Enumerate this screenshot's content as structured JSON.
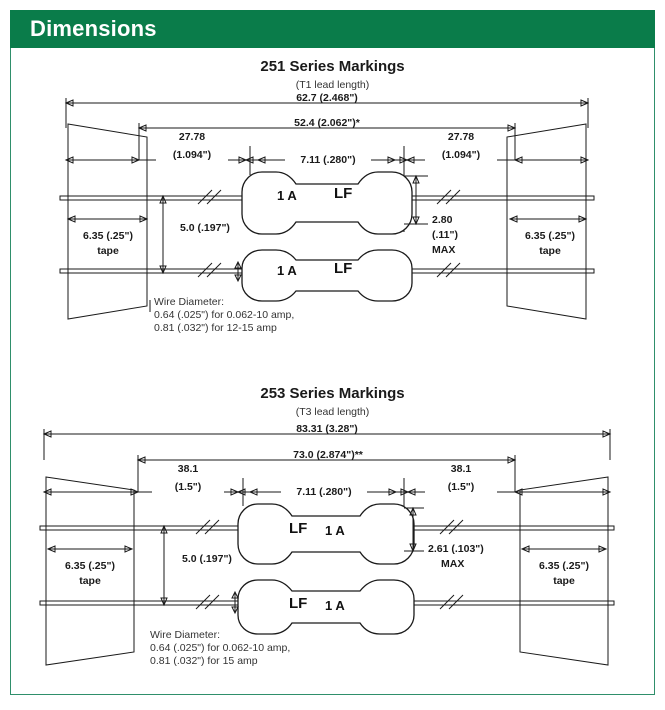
{
  "header": {
    "title": "Dimensions",
    "bar_color": "#0a7c4a",
    "frame_color": "#2f8f6b"
  },
  "sections": [
    {
      "id": "series-251",
      "title": "251 Series Markings",
      "subtitle": "(T1 lead length)",
      "overall": "62.7 (2.468\")",
      "inner": "52.4 (2.062\")*",
      "lead_left": "27.78",
      "lead_left_in": "(1.094\")",
      "body_len": "7.11 (.280\")",
      "lead_right": "27.78",
      "lead_right_in": "(1.094\")",
      "tape_left_1": "6.35 (.25\")",
      "tape_left_2": "tape",
      "tape_right_1": "6.35 (.25\")",
      "tape_right_2": "tape",
      "pitch": "5.0 (.197\")",
      "dia_1": "2.80",
      "dia_2": "(.11\")",
      "dia_3": "MAX",
      "wire_note_1": "Wire Diameter:",
      "wire_note_2": "0.64 (.025\") for 0.062-10 amp,",
      "wire_note_3": "0.81 (.032\") for 12-15 amp",
      "marking_amp": "1 A",
      "marking_logo": "LF",
      "marking_order": "amp-first"
    },
    {
      "id": "series-253",
      "title": "253 Series Markings",
      "subtitle": "(T3 lead length)",
      "overall": "83.31 (3.28\")",
      "inner": "73.0 (2.874\")**",
      "lead_left": "38.1",
      "lead_left_in": "(1.5\")",
      "body_len": "7.11 (.280\")",
      "lead_right": "38.1",
      "lead_right_in": "(1.5\")",
      "tape_left_1": "6.35 (.25\")",
      "tape_left_2": "tape",
      "tape_right_1": "6.35 (.25\")",
      "tape_right_2": "tape",
      "pitch": "5.0 (.197\")",
      "dia_1": "2.61 (.103\")",
      "dia_2": "MAX",
      "dia_3": "",
      "wire_note_1": "Wire Diameter:",
      "wire_note_2": "0.64 (.025\") for 0.062-10 amp,",
      "wire_note_3": "0.81 (.032\") for 15 amp",
      "marking_amp": "1 A",
      "marking_logo": "LF",
      "marking_order": "logo-first"
    }
  ]
}
